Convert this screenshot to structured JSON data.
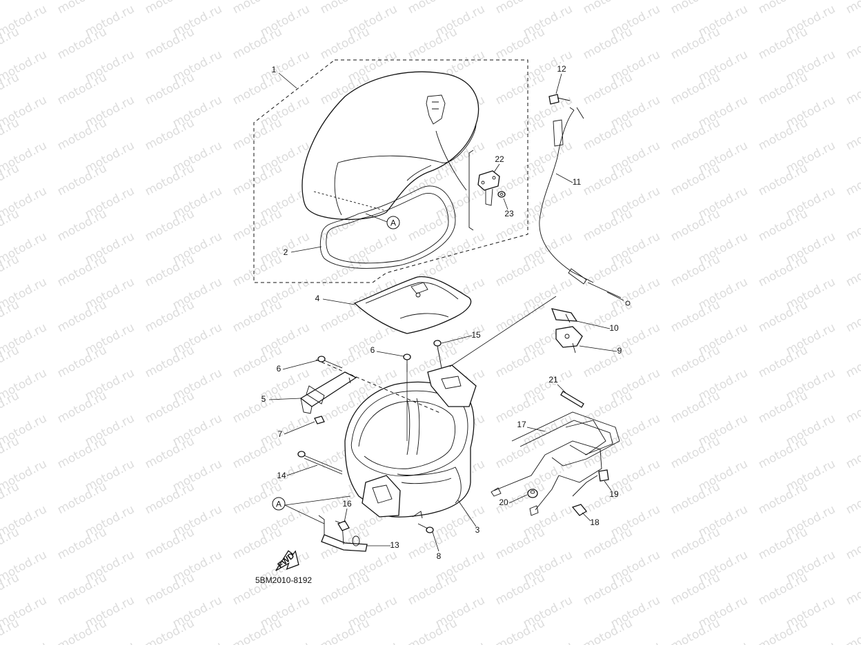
{
  "watermark": "motod.ru",
  "drawing_code": "5BM2010-8192",
  "fwd_label": "FWD",
  "ref_mark": "A",
  "callouts": [
    {
      "id": "1",
      "text": "1"
    },
    {
      "id": "2",
      "text": "2"
    },
    {
      "id": "3",
      "text": "3"
    },
    {
      "id": "4",
      "text": "4"
    },
    {
      "id": "5",
      "text": "5"
    },
    {
      "id": "6a",
      "text": "6"
    },
    {
      "id": "6b",
      "text": "6"
    },
    {
      "id": "7",
      "text": "7"
    },
    {
      "id": "8",
      "text": "8"
    },
    {
      "id": "9",
      "text": "9"
    },
    {
      "id": "10",
      "text": "10"
    },
    {
      "id": "11",
      "text": "11"
    },
    {
      "id": "12",
      "text": "12"
    },
    {
      "id": "13",
      "text": "13"
    },
    {
      "id": "14",
      "text": "14"
    },
    {
      "id": "15",
      "text": "15"
    },
    {
      "id": "16",
      "text": "16"
    },
    {
      "id": "17",
      "text": "17"
    },
    {
      "id": "18",
      "text": "18"
    },
    {
      "id": "19",
      "text": "19"
    },
    {
      "id": "20",
      "text": "20"
    },
    {
      "id": "21",
      "text": "21"
    },
    {
      "id": "22",
      "text": "22"
    },
    {
      "id": "23",
      "text": "23"
    }
  ]
}
